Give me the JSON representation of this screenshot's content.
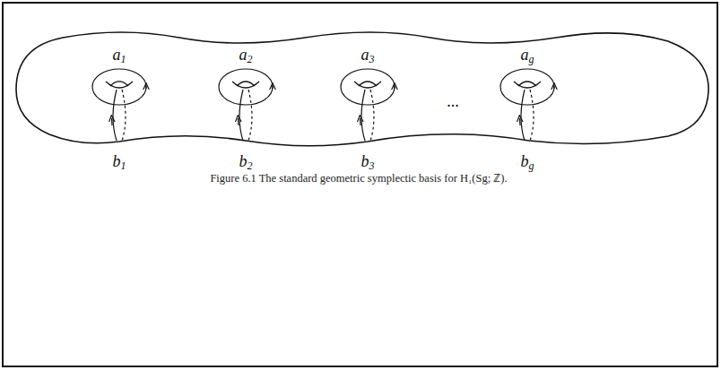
{
  "diagram": {
    "caption": "Figure 6.1 The standard geometric symplectic basis for H₁(Sg; ℤ).",
    "labels": [
      "a1",
      "a2",
      "a3",
      "...",
      "ag",
      "b1",
      "b2",
      "b3",
      "bg"
    ]
  }
}
